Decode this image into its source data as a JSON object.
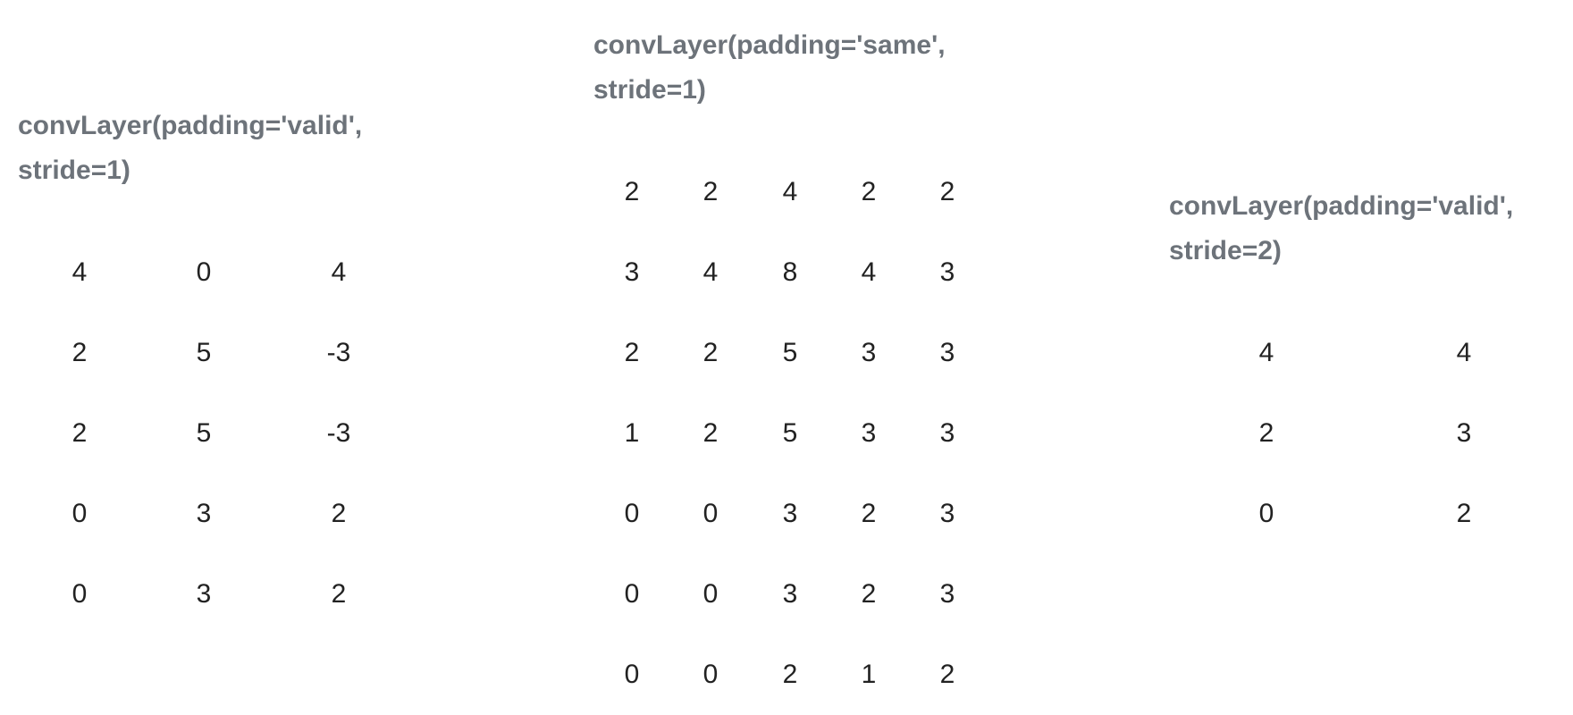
{
  "panels": [
    {
      "title_line1": "convLayer(padding='valid',",
      "title_line2": "stride=1)",
      "rows": [
        [
          "4",
          "0",
          "4"
        ],
        [
          "2",
          "5",
          "-3"
        ],
        [
          "2",
          "5",
          "-3"
        ],
        [
          "0",
          "3",
          "2"
        ],
        [
          "0",
          "3",
          "2"
        ]
      ]
    },
    {
      "title_line1": "convLayer(padding='same',",
      "title_line2": "stride=1)",
      "rows": [
        [
          "2",
          "2",
          "4",
          "2",
          "2"
        ],
        [
          "3",
          "4",
          "8",
          "4",
          "3"
        ],
        [
          "2",
          "2",
          "5",
          "3",
          "3"
        ],
        [
          "1",
          "2",
          "5",
          "3",
          "3"
        ],
        [
          "0",
          "0",
          "3",
          "2",
          "3"
        ],
        [
          "0",
          "0",
          "3",
          "2",
          "3"
        ],
        [
          "0",
          "0",
          "2",
          "1",
          "2"
        ]
      ]
    },
    {
      "title_line1": "convLayer(padding='valid',",
      "title_line2": "stride=2)",
      "rows": [
        [
          "4",
          "4"
        ],
        [
          "2",
          "3"
        ],
        [
          "0",
          "2"
        ]
      ]
    }
  ]
}
